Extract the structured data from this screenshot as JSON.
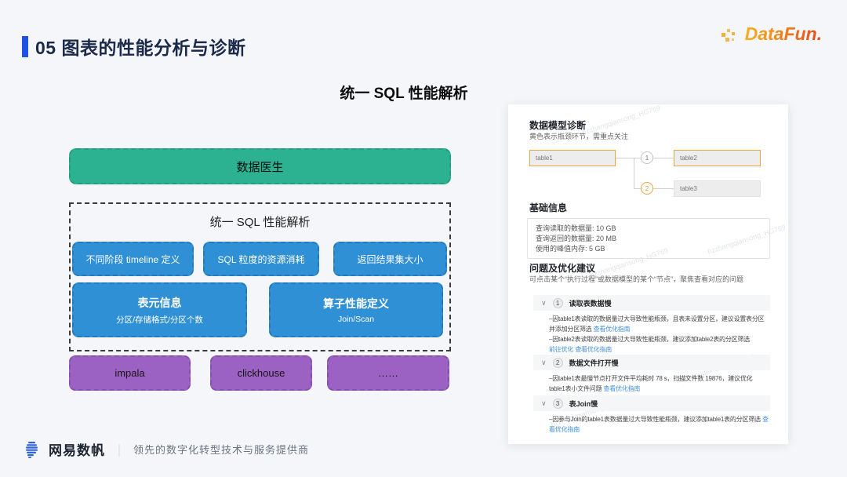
{
  "slide": {
    "title": "05 图表的性能分析与诊断",
    "heading": "统一 SQL 性能解析",
    "brand": "DataFun.",
    "watermark": "hzzhangqiansong_HG769"
  },
  "diagram": {
    "top_box": "数据医生",
    "container_label": "统一 SQL 性能解析",
    "row1": [
      "不同阶段 timeline 定义",
      "SQL 粒度的资源消耗",
      "返回结果集大小"
    ],
    "row2": [
      {
        "title": "表元信息",
        "subtitle": "分区/存储格式/分区个数"
      },
      {
        "title": "算子性能定义",
        "subtitle": "Join/Scan"
      }
    ],
    "row3": [
      "impala",
      "clickhouse",
      "……"
    ]
  },
  "panel": {
    "model": {
      "title": "数据模型诊断",
      "subtitle": "黄色表示瓶颈环节，需重点关注",
      "nodes": [
        "table1",
        "table2",
        "table3"
      ],
      "edge_nums": [
        "1",
        "2"
      ]
    },
    "basic": {
      "title": "基础信息",
      "rows": [
        "查询读取的数据量: 10 GB",
        "查询返回的数据量: 20 MB",
        "使用的峰值内存: 5 GB"
      ]
    },
    "issues_section": {
      "title": "问题及优化建议",
      "subtitle": "可点击某个“执行过程”或数据模型的某个“节点”，聚焦查看对应的问题",
      "chevron": "∨"
    },
    "issues": [
      {
        "num": "1",
        "title": "读取表数据慢",
        "seg1": "–因table1表读取的数据量过大导致性能瓶颈，且表未设置分区，建议设置表分区并添加分区筛选 ",
        "link1": "查看优化指南",
        "seg2": "–因table2表读取的数据量过大导致性能瓶颈，建议添加table2表的分区筛选",
        "link2": "前往优化",
        "link3": "查看优化指南"
      },
      {
        "num": "2",
        "title": "数据文件打开慢",
        "seg1": "–因table1表最慢节点打开文件平均耗时 78 s，扫描文件数 19876，建议优化table1表小文件问题 ",
        "link1": "查看优化指南"
      },
      {
        "num": "3",
        "title": "表Join慢",
        "seg1": "–因参与Join的table1表数据量过大导致性能瓶颈，建议添加table1表的分区筛选 ",
        "link1": "查看优化指南"
      }
    ]
  },
  "footer": {
    "logo_text": "网易数帆",
    "divider": "｜",
    "tagline": "领先的数字化转型技术与服务提供商"
  },
  "colors": {
    "green": "#2cb290",
    "blue": "#2f90d5",
    "purple": "#9c62c3",
    "accent_blue": "#1f53e5",
    "bottleneck_orange": "#efa43e",
    "link_blue": "#4191e4"
  }
}
